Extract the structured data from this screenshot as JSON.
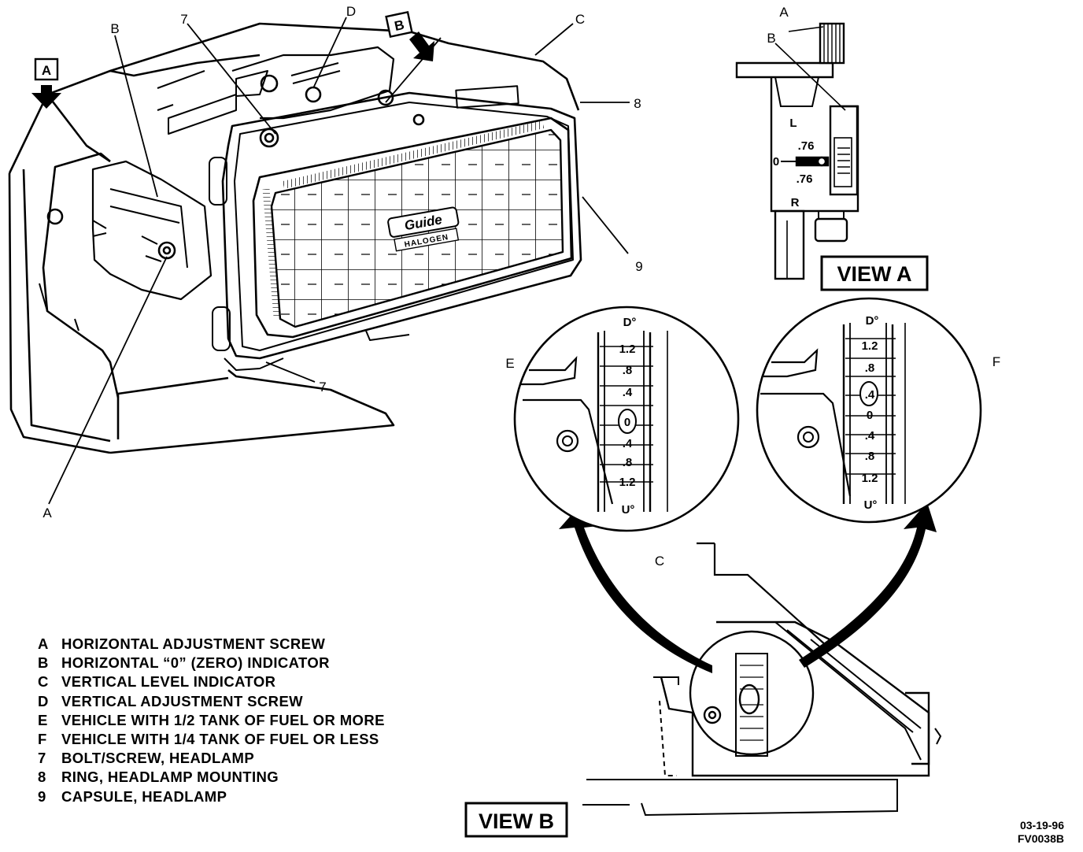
{
  "callouts": {
    "a": "A",
    "b": "B",
    "c": "C",
    "d": "D",
    "seven": "7",
    "eight": "8",
    "nine": "9",
    "e": "E",
    "f": "F"
  },
  "badges": {
    "a": "A",
    "b": "B"
  },
  "headlamp_brand": {
    "line1": "Guide",
    "line2": "HALOGEN"
  },
  "view_a": {
    "title": "VIEW A",
    "marks": {
      "l": "L",
      "r": "R",
      "zero": "0",
      "top": ".76",
      "bottom": ".76"
    }
  },
  "view_b": {
    "title": "VIEW B"
  },
  "scale": {
    "top_label": "D°",
    "bottom_label": "U°",
    "ticks": [
      "1.2",
      ".8",
      ".4",
      "0",
      ".4",
      ".8",
      "1.2"
    ]
  },
  "legend": [
    {
      "key": "A",
      "text": "HORIZONTAL ADJUSTMENT SCREW"
    },
    {
      "key": "B",
      "text": "HORIZONTAL “0” (ZERO) INDICATOR"
    },
    {
      "key": "C",
      "text": "VERTICAL LEVEL INDICATOR"
    },
    {
      "key": "D",
      "text": "VERTICAL ADJUSTMENT SCREW"
    },
    {
      "key": "E",
      "text": "VEHICLE WITH 1/2 TANK OF FUEL OR MORE"
    },
    {
      "key": "F",
      "text": "VEHICLE WITH 1/4 TANK OF FUEL OR LESS"
    },
    {
      "key": "7",
      "text": "BOLT/SCREW, HEADLAMP"
    },
    {
      "key": "8",
      "text": "RING, HEADLAMP MOUNTING"
    },
    {
      "key": "9",
      "text": "CAPSULE, HEADLAMP"
    }
  ],
  "figure_code": {
    "date": "03-19-96",
    "id": "FV0038B"
  }
}
